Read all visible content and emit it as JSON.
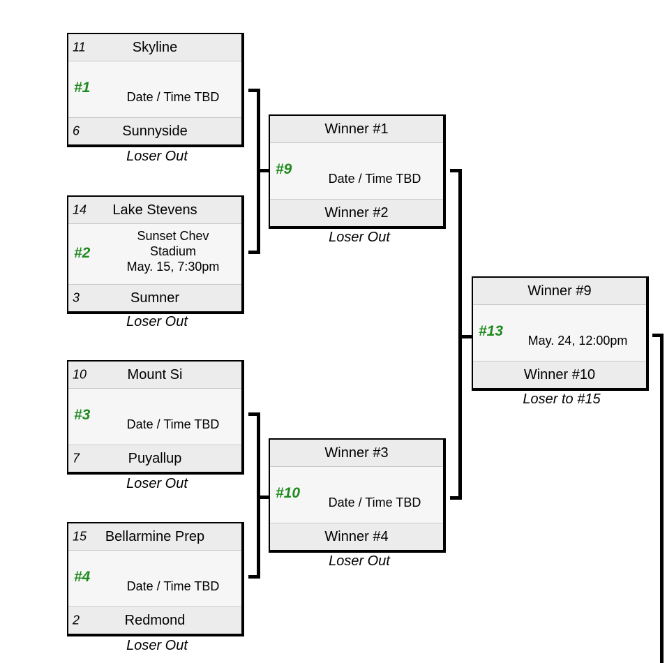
{
  "games": [
    {
      "num": "#1",
      "top": {
        "seed": "11",
        "name": "Skyline"
      },
      "bottom": {
        "seed": "6",
        "name": "Sunnyside"
      },
      "info": "Date / Time TBD",
      "loser": "Loser Out"
    },
    {
      "num": "#2",
      "top": {
        "seed": "14",
        "name": "Lake Stevens"
      },
      "bottom": {
        "seed": "3",
        "name": "Sumner"
      },
      "info": "Sunset Chev\nStadium\nMay. 15, 7:30pm",
      "loser": "Loser Out"
    },
    {
      "num": "#3",
      "top": {
        "seed": "10",
        "name": "Mount Si"
      },
      "bottom": {
        "seed": "7",
        "name": "Puyallup"
      },
      "info": "Date / Time TBD",
      "loser": "Loser Out"
    },
    {
      "num": "#4",
      "top": {
        "seed": "15",
        "name": "Bellarmine Prep"
      },
      "bottom": {
        "seed": "2",
        "name": "Redmond"
      },
      "info": "Date / Time TBD",
      "loser": "Loser Out"
    },
    {
      "num": "#9",
      "top": {
        "seed": "",
        "name": "Winner #1"
      },
      "bottom": {
        "seed": "",
        "name": "Winner #2"
      },
      "info": "Date / Time TBD",
      "loser": "Loser Out"
    },
    {
      "num": "#10",
      "top": {
        "seed": "",
        "name": "Winner #3"
      },
      "bottom": {
        "seed": "",
        "name": "Winner #4"
      },
      "info": "Date / Time TBD",
      "loser": "Loser Out"
    },
    {
      "num": "#13",
      "top": {
        "seed": "",
        "name": "Winner #9"
      },
      "bottom": {
        "seed": "",
        "name": "Winner #10"
      },
      "info": "May. 24, 12:00pm",
      "loser": "Loser to #15"
    }
  ],
  "colors": {
    "game_number": "#1f8a1f",
    "row_bg": "#ececec",
    "info_bg": "#f6f6f6",
    "border": "#000000"
  }
}
